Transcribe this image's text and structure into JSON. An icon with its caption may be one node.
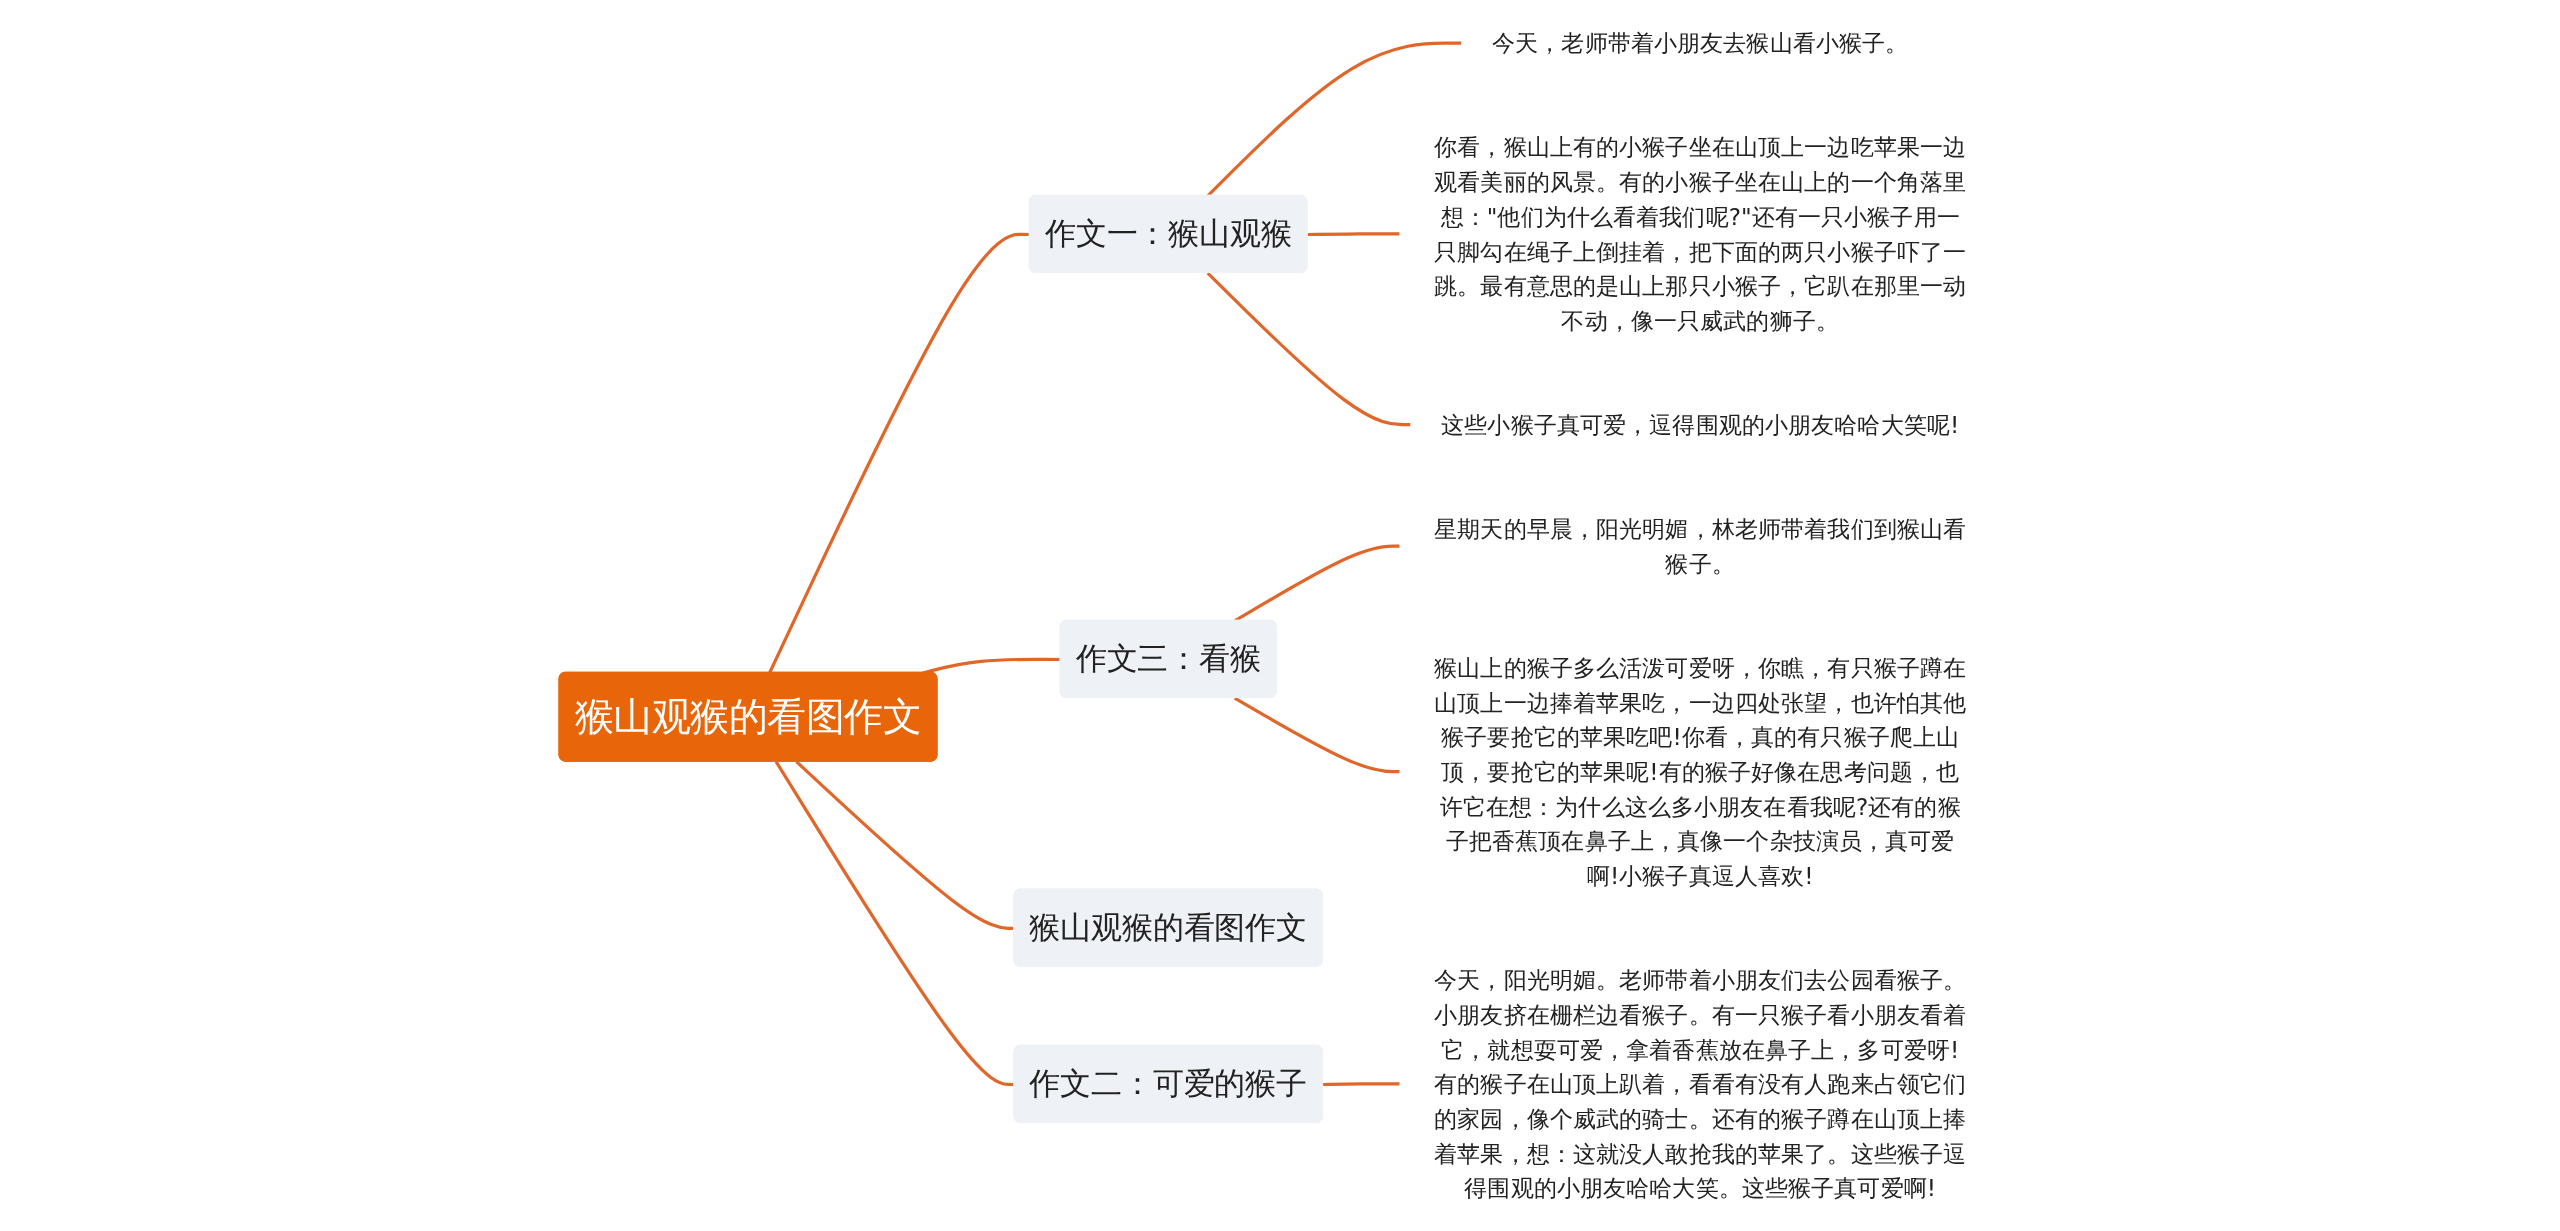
{
  "diagram": {
    "nodes": [
      {
        "text": [
          "猴山观猴的看图作文"
        ]
      },
      {
        "text": [
          "作文一：猴山观猴"
        ]
      },
      {
        "text": [
          "今天，老师带着小朋友去猴山看小猴子。"
        ]
      },
      {
        "text": [
          "你看，猴山上有的小猴子坐在山顶上一边吃苹果一边观看美丽的风景。有的小猴子坐在山上的一个角落里想：\"他们为什么看着我们呢?\"还有一只小猴子用一只脚勾在绳子上倒挂着，把下面的两只小猴子吓了一跳。最有意思的是山上那只小猴子，它趴在那里一动不动，像一只威武的狮子。"
        ]
      },
      {
        "text": [
          "这些小猴子真可爱，逗得围观的小朋友哈哈大笑呢!"
        ]
      },
      {
        "text": [
          "作文三：看猴"
        ]
      },
      {
        "text": [
          "星期天的早晨，阳光明媚，林老师带着我们到猴山看猴子。"
        ]
      },
      {
        "text": [
          "猴山上的猴子多么活泼可爱呀，你瞧，有只猴子蹲在山顶上一边捧着苹果吃，一边四处张望，也许怕其他猴子要抢它的苹果吃吧!你看，真的有只猴子爬上山顶，要抢它的苹果呢!有的猴子好像在思考问题，也许它在想：为什么这么多小朋友在看我呢?还有的猴子把香蕉顶在鼻子上，真像一个杂技演员，真可爱啊!小猴子真逗人喜欢!"
        ]
      },
      {
        "text": [
          "猴山观猴的看图作文"
        ]
      },
      {
        "text": [
          "作文二：可爱的猴子"
        ]
      },
      {
        "text": [
          "今天，阳光明媚。老师带着小朋友们去公园看猴子。小朋友挤在栅栏边看猴子。有一只猴子看小朋友看着它，就想耍可爱，拿着香蕉放在鼻子上，多可爱呀!有的猴子在山顶上趴着，看看有没有人跑来占领它们的家园，像个威武的骑士。还有的猴子蹲在山顶上捧着苹果，想：这就没人敢抢我的苹果了。这些猴子逗得围观的小朋友哈哈大笑。这些猴子真可爱啊!"
        ]
      }
    ],
    "edges": [
      {
        "from": 0,
        "to": 1,
        "arrow": "none"
      },
      {
        "from": 1,
        "to": 2,
        "arrow": "none"
      },
      {
        "from": 1,
        "to": 3,
        "arrow": "none"
      },
      {
        "from": 1,
        "to": 4,
        "arrow": "none"
      },
      {
        "from": 0,
        "to": 5,
        "arrow": "none"
      },
      {
        "from": 5,
        "to": 6,
        "arrow": "none"
      },
      {
        "from": 5,
        "to": 7,
        "arrow": "none"
      },
      {
        "from": 0,
        "to": 8,
        "arrow": "none"
      },
      {
        "from": 0,
        "to": 9,
        "arrow": "none"
      },
      {
        "from": 9,
        "to": 10,
        "arrow": "none"
      }
    ]
  }
}
